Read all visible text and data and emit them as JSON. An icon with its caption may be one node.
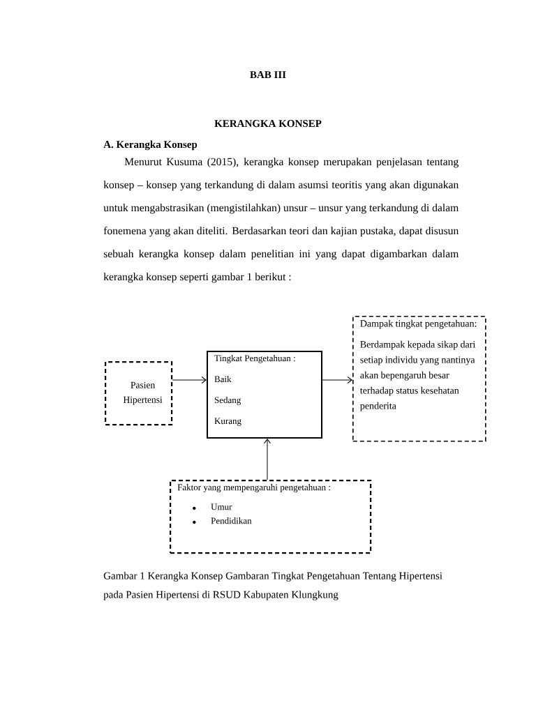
{
  "diagram": {
    "nodes": [
      {
        "text": [
          "Pasien Hipertensi"
        ]
      },
      {
        "text": [
          "Tingkat Pengetahuan :",
          "Baik",
          "Sedang",
          "Kurang"
        ]
      },
      {
        "text": [
          "Dampak tingkat pengetahuan:",
          "Berdampak kepada sikap dari setiap individu yang nantinya akan bepengaruh besar terhadap status kesehatan penderita"
        ]
      },
      {
        "text": [
          "Faktor yang mempengaruhi pengetahuan :",
          "Umur",
          "Pendidikan"
        ]
      }
    ],
    "edges": [
      {
        "from": 0,
        "to": 1,
        "arrow": "to"
      },
      {
        "from": 1,
        "to": 2,
        "arrow": "to"
      },
      {
        "from": 3,
        "to": 1,
        "arrow": "to"
      }
    ],
    "labels": [
      "BAB III",
      "KERANGKA KONSEP",
      "A.  Kerangka Konsep",
      "Menurut Kusuma (2015), kerangka konsep merupakan penjelasan tentang konsep – konsep yang terkandung di dalam asumsi teoritis yang akan digunakan untuk mengabstrasikan  (mengistilahkan) unsur – unsur yang terkandung di dalam fonemena yang akan diteliti. Berdasarkan teori dan kajian pustaka, dapat disusun sebuah kerangka konsep dalam penelitian ini yang dapat digambarkan dalam kerangka konsep seperti gambar 1 berikut :"
    ],
    "caption": "Gambar 1 Kerangka Konsep Gambaran Tingkat Pengetahuan Tentang Hipertensi pada Pasien Hipertensi di RSUD Kabupaten Klungkung"
  }
}
